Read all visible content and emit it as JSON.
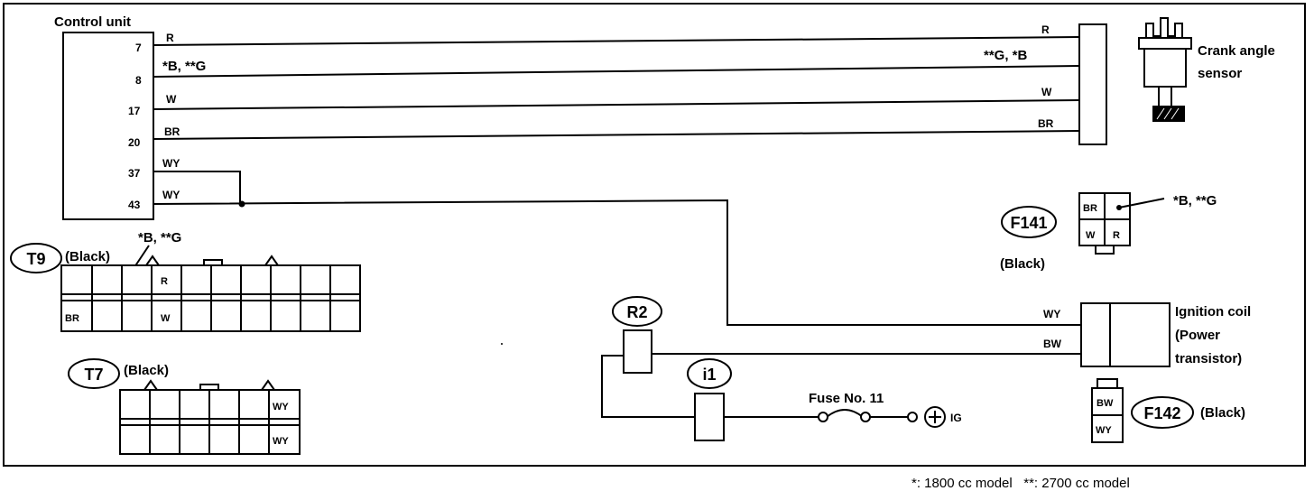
{
  "control_unit": {
    "title": "Control unit",
    "pins": [
      "7",
      "8",
      "17",
      "20",
      "37",
      "43"
    ],
    "wires": [
      "R",
      "*B, **G",
      "W",
      "BR",
      "WY",
      "WY"
    ]
  },
  "crank_sensor": {
    "label_line1": "Crank angle",
    "label_line2": "sensor",
    "wires": [
      "R",
      "**G, *B",
      "W",
      "BR"
    ]
  },
  "f141": {
    "id": "F141",
    "color": "(Black)",
    "cells": [
      "BR",
      "W",
      "R"
    ],
    "wire_note": "*B, **G"
  },
  "t9": {
    "id": "T9",
    "color": "(Black)",
    "wire_note": "*B, **G",
    "cells": [
      "R",
      "BR",
      "W"
    ]
  },
  "t7": {
    "id": "T7",
    "color": "(Black)",
    "cells": [
      "WY",
      "WY"
    ]
  },
  "r2": {
    "id": "R2"
  },
  "i1": {
    "id": "i1"
  },
  "fuse": {
    "label": "Fuse No. 11",
    "ig": "IG"
  },
  "ignition_coil": {
    "line1": "Ignition coil",
    "line2": "(Power",
    "line3": "transistor)",
    "wires": [
      "WY",
      "BW"
    ]
  },
  "f142": {
    "id": "F142",
    "color": "(Black)",
    "cells": [
      "BW",
      "WY"
    ]
  },
  "footnote": "*: 1800 cc model   **: 2700 cc model"
}
